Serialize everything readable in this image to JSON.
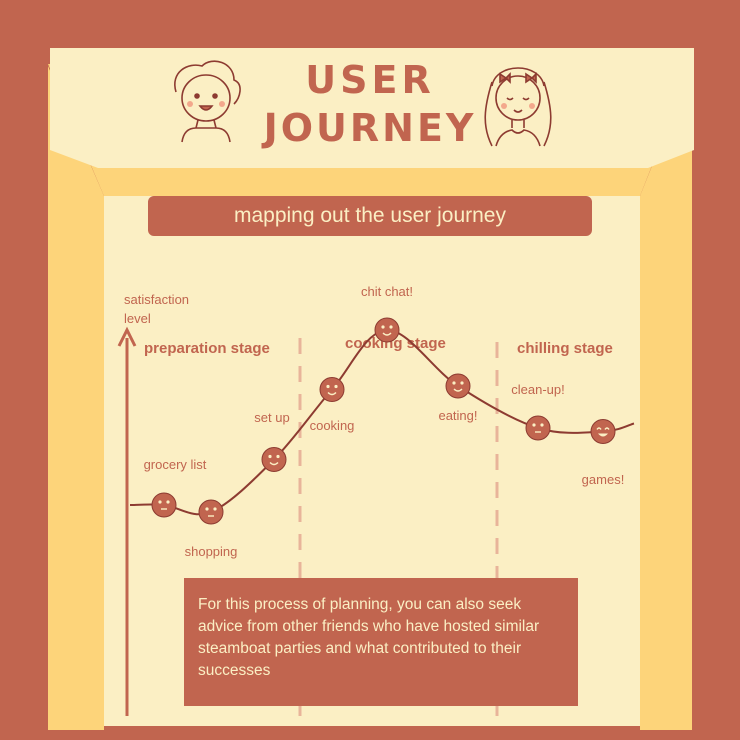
{
  "header": {
    "title_line1": "USER",
    "title_line2": "JOURNEY"
  },
  "board": {
    "heading": "mapping out the user journey"
  },
  "colors": {
    "background": "#c1654f",
    "wall": "#fdd47a",
    "paper": "#fbefc4",
    "accent": "#c1654f",
    "line": "#8d3b31",
    "face": "#c1654f"
  },
  "chart_data": {
    "type": "line",
    "ylabel": "satisfaction level",
    "stages": [
      {
        "name": "preparation stage"
      },
      {
        "name": "cooking stage"
      },
      {
        "name": "chilling stage"
      }
    ],
    "steps": [
      {
        "label": "grocery list",
        "stage": "preparation stage",
        "satisfaction": 3.0,
        "expression": "neutral"
      },
      {
        "label": "shopping",
        "stage": "preparation stage",
        "satisfaction": 2.8,
        "expression": "neutral"
      },
      {
        "label": "set up",
        "stage": "preparation stage",
        "satisfaction": 4.3,
        "expression": "happy"
      },
      {
        "label": "cooking",
        "stage": "cooking stage",
        "satisfaction": 6.3,
        "expression": "happy"
      },
      {
        "label": "chit chat!",
        "stage": "cooking stage",
        "satisfaction": 8.0,
        "expression": "happy"
      },
      {
        "label": "eating!",
        "stage": "cooking stage",
        "satisfaction": 6.4,
        "expression": "happy"
      },
      {
        "label": "clean-up!",
        "stage": "chilling stage",
        "satisfaction": 5.2,
        "expression": "neutral"
      },
      {
        "label": "games!",
        "stage": "chilling stage",
        "satisfaction": 5.1,
        "expression": "joyful"
      }
    ],
    "ylim": [
      0,
      10
    ],
    "grid": false,
    "legend": "none"
  },
  "note": {
    "text": "For this process of planning, you can also seek advice from other friends who have hosted similar steamboat parties and what contributed to their successes"
  },
  "icons": {
    "boy": "boy-avatar-icon",
    "girl": "girl-avatar-icon"
  }
}
